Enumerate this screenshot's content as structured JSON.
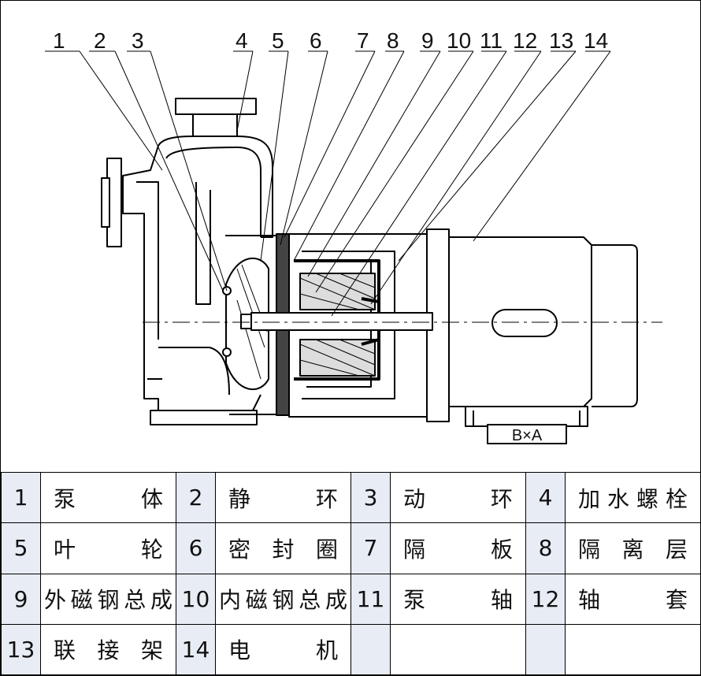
{
  "callouts": [
    "1",
    "2",
    "3",
    "4",
    "5",
    "6",
    "7",
    "8",
    "9",
    "10",
    "11",
    "12",
    "13",
    "14"
  ],
  "base_label": "B×A",
  "parts": [
    [
      {
        "n": "1",
        "name": "泵体"
      },
      {
        "n": "2",
        "name": "静环"
      },
      {
        "n": "3",
        "name": "动环"
      },
      {
        "n": "4",
        "name": "加水螺栓"
      }
    ],
    [
      {
        "n": "5",
        "name": "叶轮"
      },
      {
        "n": "6",
        "name": "密封圈"
      },
      {
        "n": "7",
        "name": "隔板"
      },
      {
        "n": "8",
        "name": "隔离层"
      }
    ],
    [
      {
        "n": "9",
        "name": "外磁钢总成"
      },
      {
        "n": "10",
        "name": "内磁钢总成"
      },
      {
        "n": "11",
        "name": "泵轴"
      },
      {
        "n": "12",
        "name": "轴套"
      }
    ],
    [
      {
        "n": "13",
        "name": "联接架"
      },
      {
        "n": "14",
        "name": "电机"
      },
      {
        "n": "",
        "name": ""
      },
      {
        "n": "",
        "name": ""
      }
    ]
  ]
}
